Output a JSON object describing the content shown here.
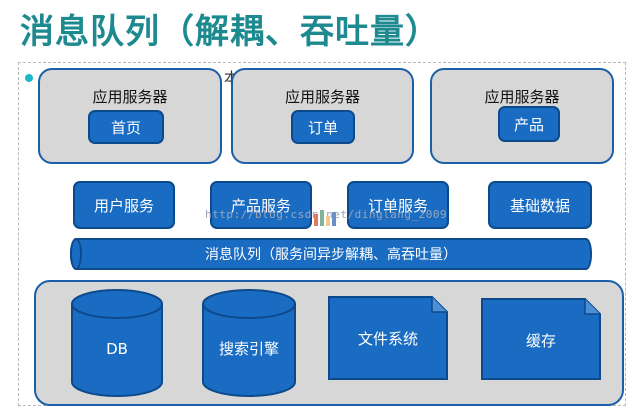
{
  "title": "消息队列（解耦、吞吐量）",
  "stray_char": "本",
  "servers": [
    {
      "label": "应用服务器",
      "button": "首页"
    },
    {
      "label": "应用服务器",
      "button": "订单"
    },
    {
      "label": "应用服务器",
      "button": "产品"
    }
  ],
  "services": [
    "用户服务",
    "产品服务",
    "订单服务",
    "基础数据"
  ],
  "queue_label": "消息队列（服务间异步解耦、高吞吐量）",
  "storage": {
    "db": "DB",
    "search": "搜索引擎",
    "files": "文件系统",
    "cache": "缓存"
  },
  "watermark": "http://blog.csdn.net/dinglang_2009",
  "colors": {
    "title": "#1d8a8f",
    "blue_fill": "#1a6cc2",
    "blue_border": "#0d4a8c",
    "panel_fill": "#d7d7d7"
  }
}
